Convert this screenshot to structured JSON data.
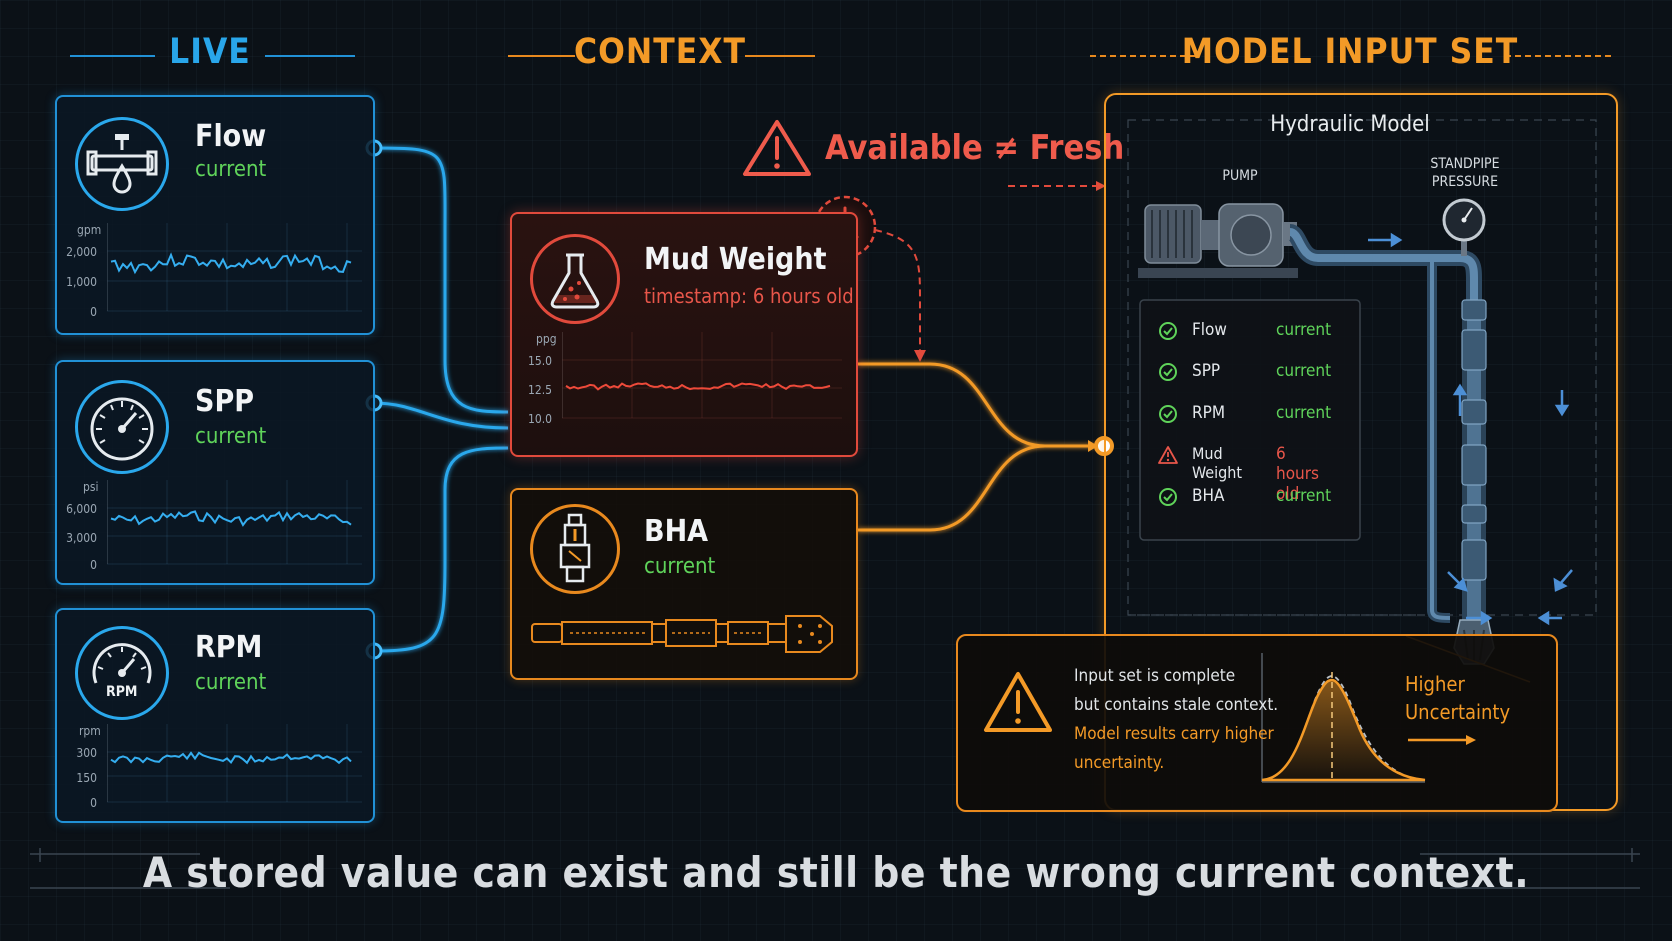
{
  "headers": {
    "live": "LIVE",
    "context": "CONTEXT",
    "model_input": "MODEL INPUT SET"
  },
  "live_cards": [
    {
      "title": "Flow",
      "status": "current",
      "unit": "gpm",
      "ticks": [
        "2,000",
        "1,000",
        "0"
      ]
    },
    {
      "title": "SPP",
      "status": "current",
      "unit": "psi",
      "ticks": [
        "6,000",
        "3,000",
        "0"
      ]
    },
    {
      "title": "RPM",
      "status": "current",
      "unit": "rpm",
      "ticks": [
        "300",
        "150",
        "0"
      ],
      "gauge_label": "RPM"
    }
  ],
  "context_cards": {
    "mud_weight": {
      "title": "Mud Weight",
      "status": "timestamp: 6 hours old",
      "unit": "ppg",
      "ticks": [
        "15.0",
        "12.5",
        "10.0"
      ]
    },
    "bha": {
      "title": "BHA",
      "status": "current"
    }
  },
  "warning": {
    "text": "Available ≠ Fresh"
  },
  "model": {
    "title": "Hydraulic Model",
    "pump_label": "PUMP",
    "standpipe_label_line1": "STANDPIPE",
    "standpipe_label_line2": "PRESSURE",
    "checklist": [
      {
        "name": "Flow",
        "status": "current",
        "state": "ok"
      },
      {
        "name": "SPP",
        "status": "current",
        "state": "ok"
      },
      {
        "name": "RPM",
        "status": "current",
        "state": "ok"
      },
      {
        "name": "Mud Weight",
        "status": "6 hours old",
        "state": "warn"
      },
      {
        "name": "BHA",
        "status": "current",
        "state": "ok"
      }
    ]
  },
  "uncertainty": {
    "line1": "Input set is complete",
    "line2": "but contains stale context.",
    "line3": "Model results carry higher",
    "line4": "uncertainty.",
    "tag_line1": "Higher",
    "tag_line2": "Uncertainty"
  },
  "footer": "A stored value can exist and still be the wrong current context.",
  "colors": {
    "live": "#29a6ea",
    "context": "#f39a27",
    "stale": "#e14a3c",
    "ok": "#5fd35a"
  }
}
